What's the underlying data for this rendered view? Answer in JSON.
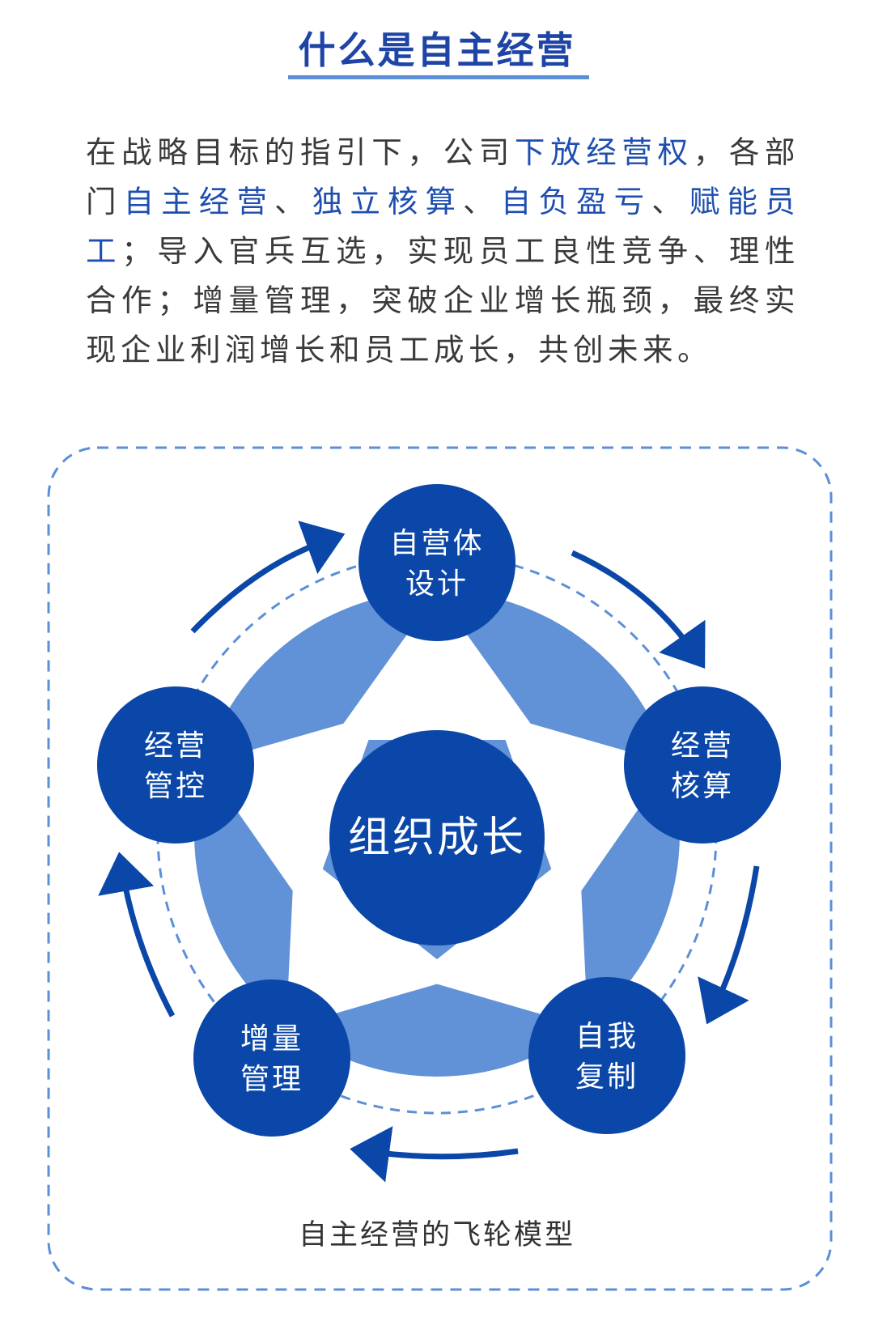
{
  "title": "什么是自主经营",
  "intro": {
    "p1": "在战略目标的指引下，公司",
    "h1": "下放经营权",
    "p2": "，各部门",
    "h2": "自主经营",
    "p3": "、",
    "h3": "独立核算",
    "p4": "、",
    "h4": "自负盈亏",
    "p5": "、",
    "h5": "赋能员工",
    "p6": "；导入官兵互选，实现员工良性竞争、理性合作；增量管理，突破企业增长瓶颈，最终实现企业利润增长和员工成长，共创未来。"
  },
  "diagram": {
    "center": "组织成长",
    "nodes": [
      {
        "line1": "自营体",
        "line2": "设计"
      },
      {
        "line1": "经营",
        "line2": "核算"
      },
      {
        "line1": "自我",
        "line2": "复制"
      },
      {
        "line1": "增量",
        "line2": "管理"
      },
      {
        "line1": "经营",
        "line2": "管控"
      }
    ],
    "caption": "自主经营的飞轮模型"
  },
  "colors": {
    "primary": "#0a47a8",
    "big_circle": "#6191d6",
    "dash": "#5b8fd8",
    "highlight": "#1e4fb0"
  }
}
